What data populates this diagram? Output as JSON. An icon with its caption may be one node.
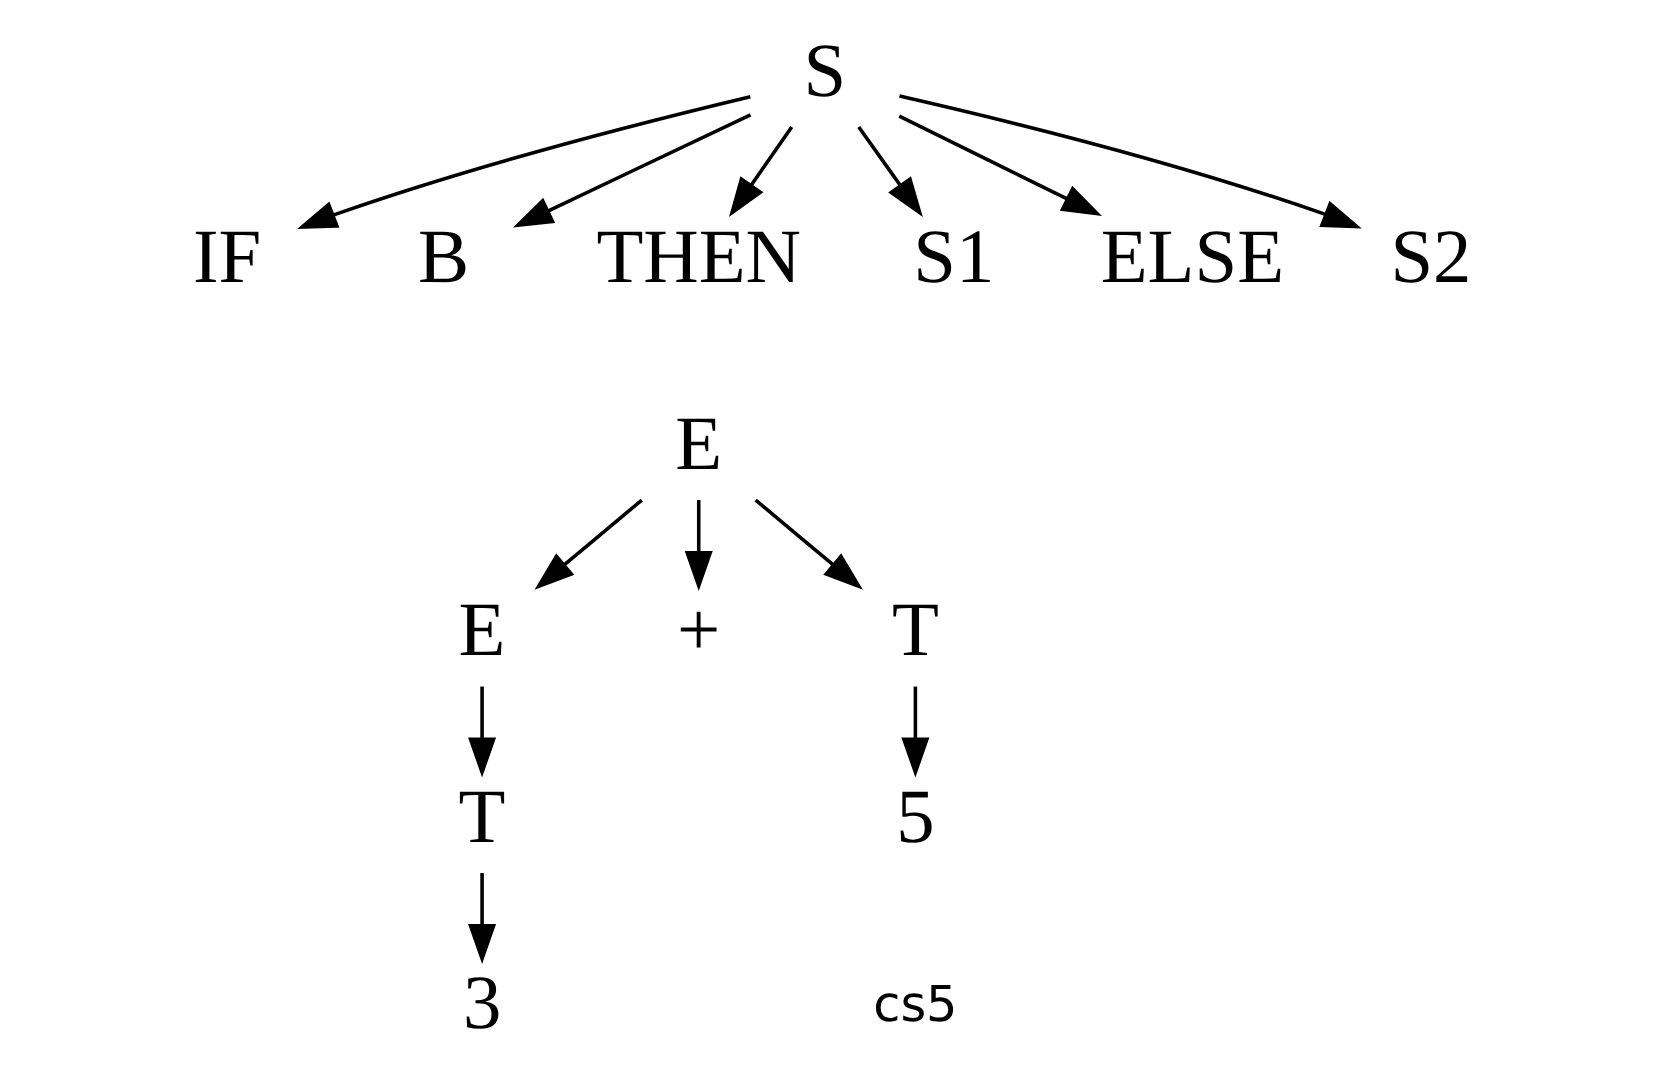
{
  "diagram": {
    "nodes": [
      {
        "text": [
          "S"
        ]
      },
      {
        "text": [
          "IF"
        ]
      },
      {
        "text": [
          "B"
        ]
      },
      {
        "text": [
          "THEN"
        ]
      },
      {
        "text": [
          "S1"
        ]
      },
      {
        "text": [
          "ELSE"
        ]
      },
      {
        "text": [
          "S2"
        ]
      },
      {
        "text": [
          "E"
        ]
      },
      {
        "text": [
          "E"
        ]
      },
      {
        "text": [
          "+"
        ]
      },
      {
        "text": [
          "T"
        ]
      },
      {
        "text": [
          "T"
        ]
      },
      {
        "text": [
          "3"
        ]
      },
      {
        "text": [
          "5"
        ]
      }
    ],
    "edges": [
      {
        "from": 0,
        "to": 1,
        "arrow": "to"
      },
      {
        "from": 0,
        "to": 2,
        "arrow": "to"
      },
      {
        "from": 0,
        "to": 3,
        "arrow": "to"
      },
      {
        "from": 0,
        "to": 4,
        "arrow": "to"
      },
      {
        "from": 0,
        "to": 5,
        "arrow": "to"
      },
      {
        "from": 0,
        "to": 6,
        "arrow": "to"
      },
      {
        "from": 7,
        "to": 8,
        "arrow": "to"
      },
      {
        "from": 7,
        "to": 9,
        "arrow": "to"
      },
      {
        "from": 7,
        "to": 10,
        "arrow": "to"
      },
      {
        "from": 8,
        "to": 11,
        "arrow": "to"
      },
      {
        "from": 11,
        "to": 12,
        "arrow": "to"
      },
      {
        "from": 10,
        "to": 13,
        "arrow": "to"
      }
    ],
    "labels": [
      "cs5"
    ]
  }
}
